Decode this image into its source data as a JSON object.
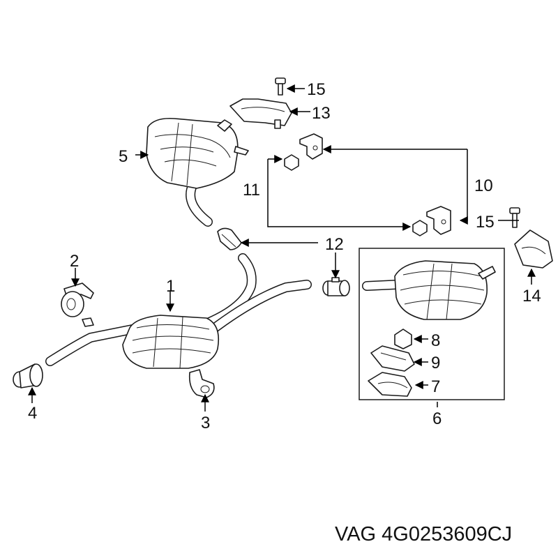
{
  "diagram": {
    "callouts": {
      "c1": "1",
      "c2": "2",
      "c3": "3",
      "c4": "4",
      "c5": "5",
      "c6": "6",
      "c7": "7",
      "c8": "8",
      "c9": "9",
      "c10": "10",
      "c11": "11",
      "c12": "12",
      "c13": "13",
      "c14": "14",
      "c15a": "15",
      "c15b": "15"
    },
    "caption": "VAG 4G0253609CJ"
  }
}
